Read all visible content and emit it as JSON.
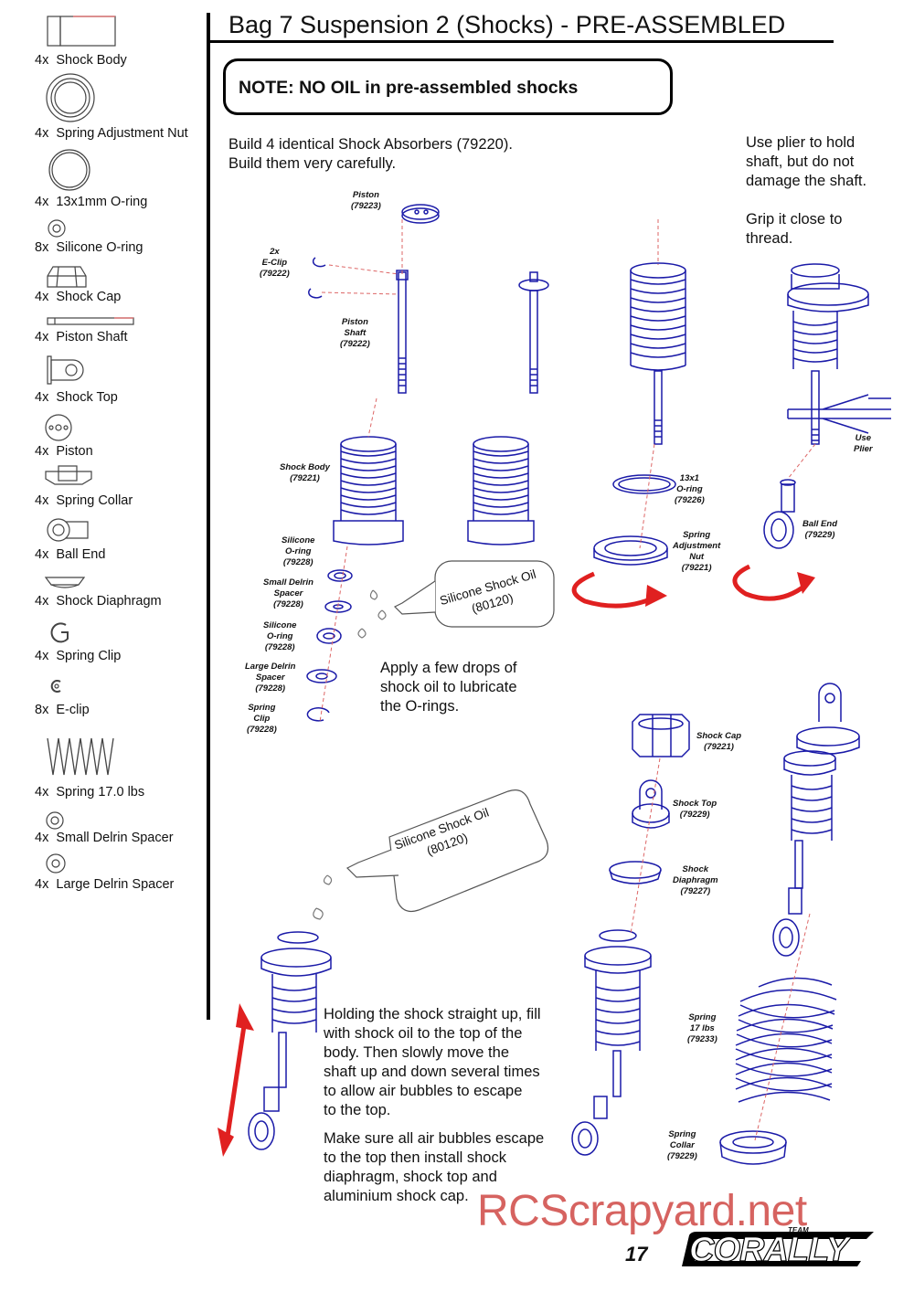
{
  "header": {
    "title": "Bag 7 Suspension 2 (Shocks) - PRE-ASSEMBLED",
    "note": "NOTE:  NO OIL in pre-assembled shocks"
  },
  "parts_list": [
    {
      "qty": "4x",
      "name": "Shock Body"
    },
    {
      "qty": "4x",
      "name": "Spring Adjustment Nut"
    },
    {
      "qty": "4x",
      "name": "13x1mm O-ring"
    },
    {
      "qty": "8x",
      "name": "Silicone O-ring"
    },
    {
      "qty": "4x",
      "name": "Shock Cap"
    },
    {
      "qty": "4x",
      "name": "Piston Shaft"
    },
    {
      "qty": "4x",
      "name": "Shock Top"
    },
    {
      "qty": "4x",
      "name": "Piston"
    },
    {
      "qty": "4x",
      "name": "Spring Collar"
    },
    {
      "qty": "4x",
      "name": "Ball End"
    },
    {
      "qty": "4x",
      "name": "Shock Diaphragm"
    },
    {
      "qty": "4x",
      "name": "Spring Clip"
    },
    {
      "qty": "8x",
      "name": "E-clip"
    },
    {
      "qty": "4x",
      "name": "Spring 17.0 lbs"
    },
    {
      "qty": "4x",
      "name": "Small Delrin Spacer"
    },
    {
      "qty": "4x",
      "name": "Large Delrin Spacer"
    }
  ],
  "instructions": {
    "build_line1": "Build 4 identical Shock Absorbers (79220).",
    "build_line2": "Build them very carefully.",
    "plier_line1": "Use plier to hold",
    "plier_line2": "shaft, but do not",
    "plier_line3": "damage the shaft.",
    "grip_line1": "Grip it close to",
    "grip_line2": "thread.",
    "apply_line1": "Apply a few drops of",
    "apply_line2": "shock oil to lubricate",
    "apply_line3": "the O-rings.",
    "hold_line1": "Holding the shock straight up, fill",
    "hold_line2": "with shock oil to the top of the",
    "hold_line3": "body. Then slowly move the",
    "hold_line4": "shaft up and down several times",
    "hold_line5": "to allow air bubbles to escape",
    "hold_line6": "to the top.",
    "make_line1": "Make sure all air bubbles escape",
    "make_line2": "to the top then install shock",
    "make_line3": "diaphragm, shock top and",
    "make_line4": "aluminium shock cap."
  },
  "callouts": {
    "piston": [
      "Piston",
      "(79223)"
    ],
    "eclip": [
      "2x",
      "E-Clip",
      "(79222)"
    ],
    "piston_shaft": [
      "Piston",
      "Shaft",
      "(79222)"
    ],
    "shock_body": [
      "Shock Body",
      "(79221)"
    ],
    "silicone_oring_1": [
      "Silicone",
      "O-ring",
      "(79228)"
    ],
    "small_delrin": [
      "Small Delrin",
      "Spacer",
      "(79228)"
    ],
    "silicone_oring_2": [
      "Silicone",
      "O-ring",
      "(79228)"
    ],
    "large_delrin": [
      "Large Delrin",
      "Spacer",
      "(79228)"
    ],
    "spring_clip": [
      "Spring",
      "Clip",
      "(79228)"
    ],
    "oring_13x1": [
      "13x1",
      "O-ring",
      "(79226)"
    ],
    "spring_adj_nut": [
      "Spring",
      "Adjustment",
      "Nut",
      "(79221)"
    ],
    "use_plier": [
      "Use",
      "Plier"
    ],
    "ball_end": [
      "Ball End",
      "(79229)"
    ],
    "shock_cap": [
      "Shock Cap",
      "(79221)"
    ],
    "shock_top": [
      "Shock Top",
      "(79229)"
    ],
    "shock_diaphragm": [
      "Shock",
      "Diaphragm",
      "(79227)"
    ],
    "spring": [
      "Spring",
      "17 lbs",
      "(79233)"
    ],
    "spring_collar": [
      "Spring",
      "Collar",
      "(79229)"
    ]
  },
  "bottles": [
    {
      "line1": "Silicone Shock Oil",
      "line2": "(80120)"
    },
    {
      "line1": "Silicone Shock Oil",
      "line2": "(80120)"
    }
  ],
  "footer": {
    "page_number": "17",
    "logo_word": "CORALLY",
    "logo_team": "TEAM",
    "watermark": "RCScrapyard.net"
  },
  "colors": {
    "part_blue": "#1a1aa8",
    "arrow_red": "#e02020",
    "watermark_red": "#c9302c"
  }
}
